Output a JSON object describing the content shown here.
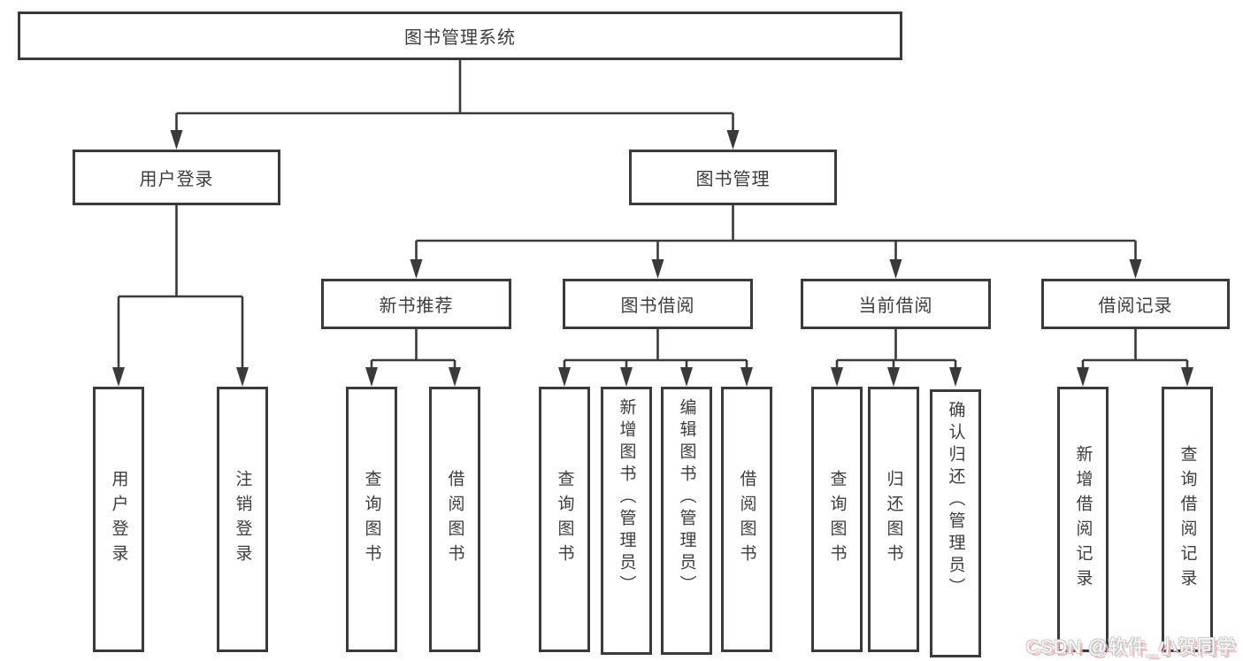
{
  "diagram": {
    "root": {
      "label": "图书管理系统"
    },
    "level2": [
      {
        "label": "用户登录"
      },
      {
        "label": "图书管理"
      }
    ],
    "level3": [
      {
        "label": "新书推荐"
      },
      {
        "label": "图书借阅"
      },
      {
        "label": "当前借阅"
      },
      {
        "label": "借阅记录"
      }
    ],
    "level4": {
      "under_user_login": [
        "用户登录",
        "注销登录"
      ],
      "under_new_book_recommend": [
        "查询图书",
        "借阅图书"
      ],
      "under_book_borrow": [
        "查询图书",
        "新增图书（管理员）",
        "编辑图书（管理员）",
        "借阅图书"
      ],
      "under_current_borrow": [
        "查询图书",
        "归还图书",
        "确认归还（管理员）"
      ],
      "under_borrow_records": [
        "新增借阅记录",
        "查询借阅记录"
      ]
    }
  },
  "watermark": {
    "text": "CSDN @软件_小贺同学"
  },
  "colors": {
    "line": "#3a3a3a",
    "watermark_shadow": "#f9aeae"
  }
}
